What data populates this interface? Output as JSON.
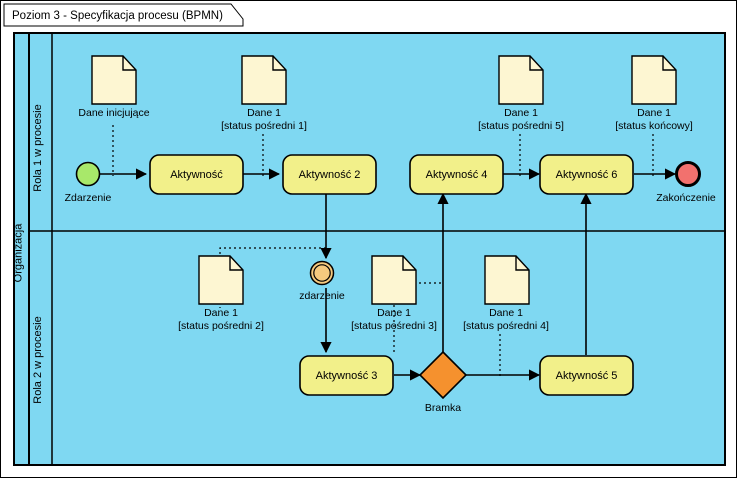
{
  "frame": {
    "title": "Poziom 3 - Specyfikacja procesu (BPMN)"
  },
  "colors": {
    "pool_fill": "#7FD8F2",
    "task_fill": "#F2F08A",
    "document_fill": "#FDF6D2",
    "start_event_fill": "#A8E86A",
    "end_event_fill": "#F2716E",
    "intermediate_event_fill": "#F5C97E",
    "gateway_fill": "#F5912E",
    "stroke": "#000000",
    "canvas": "#FFFFFF"
  },
  "pool": {
    "name": "Organizacja",
    "lanes": [
      {
        "id": "lane1",
        "name": "Rola 1 w procesie"
      },
      {
        "id": "lane2",
        "name": "Rola 2 w procesie"
      }
    ]
  },
  "events": [
    {
      "id": "start",
      "type": "start-event",
      "label": "Zdarzenie"
    },
    {
      "id": "intermediate",
      "type": "intermediate-event",
      "label": "zdarzenie"
    },
    {
      "id": "end",
      "type": "end-event",
      "label": "Zakończenie"
    }
  ],
  "tasks": [
    {
      "id": "task1",
      "label": "Aktywność"
    },
    {
      "id": "task2",
      "label": "Aktywność 2"
    },
    {
      "id": "task3",
      "label": "Aktywność 3"
    },
    {
      "id": "task4",
      "label": "Aktywność 4"
    },
    {
      "id": "task5",
      "label": "Aktywność 5"
    },
    {
      "id": "task6",
      "label": "Aktywność 6"
    }
  ],
  "gateways": [
    {
      "id": "gateway1",
      "label": "Bramka"
    }
  ],
  "documents": [
    {
      "id": "doc0",
      "line1": "Dane inicjujące",
      "line2": ""
    },
    {
      "id": "doc1",
      "line1": "Dane 1",
      "line2": "[status pośredni 1]"
    },
    {
      "id": "doc5",
      "line1": "Dane 1",
      "line2": "[status pośredni 5]"
    },
    {
      "id": "docf",
      "line1": "Dane 1",
      "line2": "[status końcowy]"
    },
    {
      "id": "doc2",
      "line1": "Dane 1",
      "line2": "[status pośredni 2]"
    },
    {
      "id": "doc3",
      "line1": "Dane 1",
      "line2": "[status pośredni 3]"
    },
    {
      "id": "doc4",
      "line1": "Dane 1",
      "line2": "[status pośredni 4]"
    }
  ]
}
